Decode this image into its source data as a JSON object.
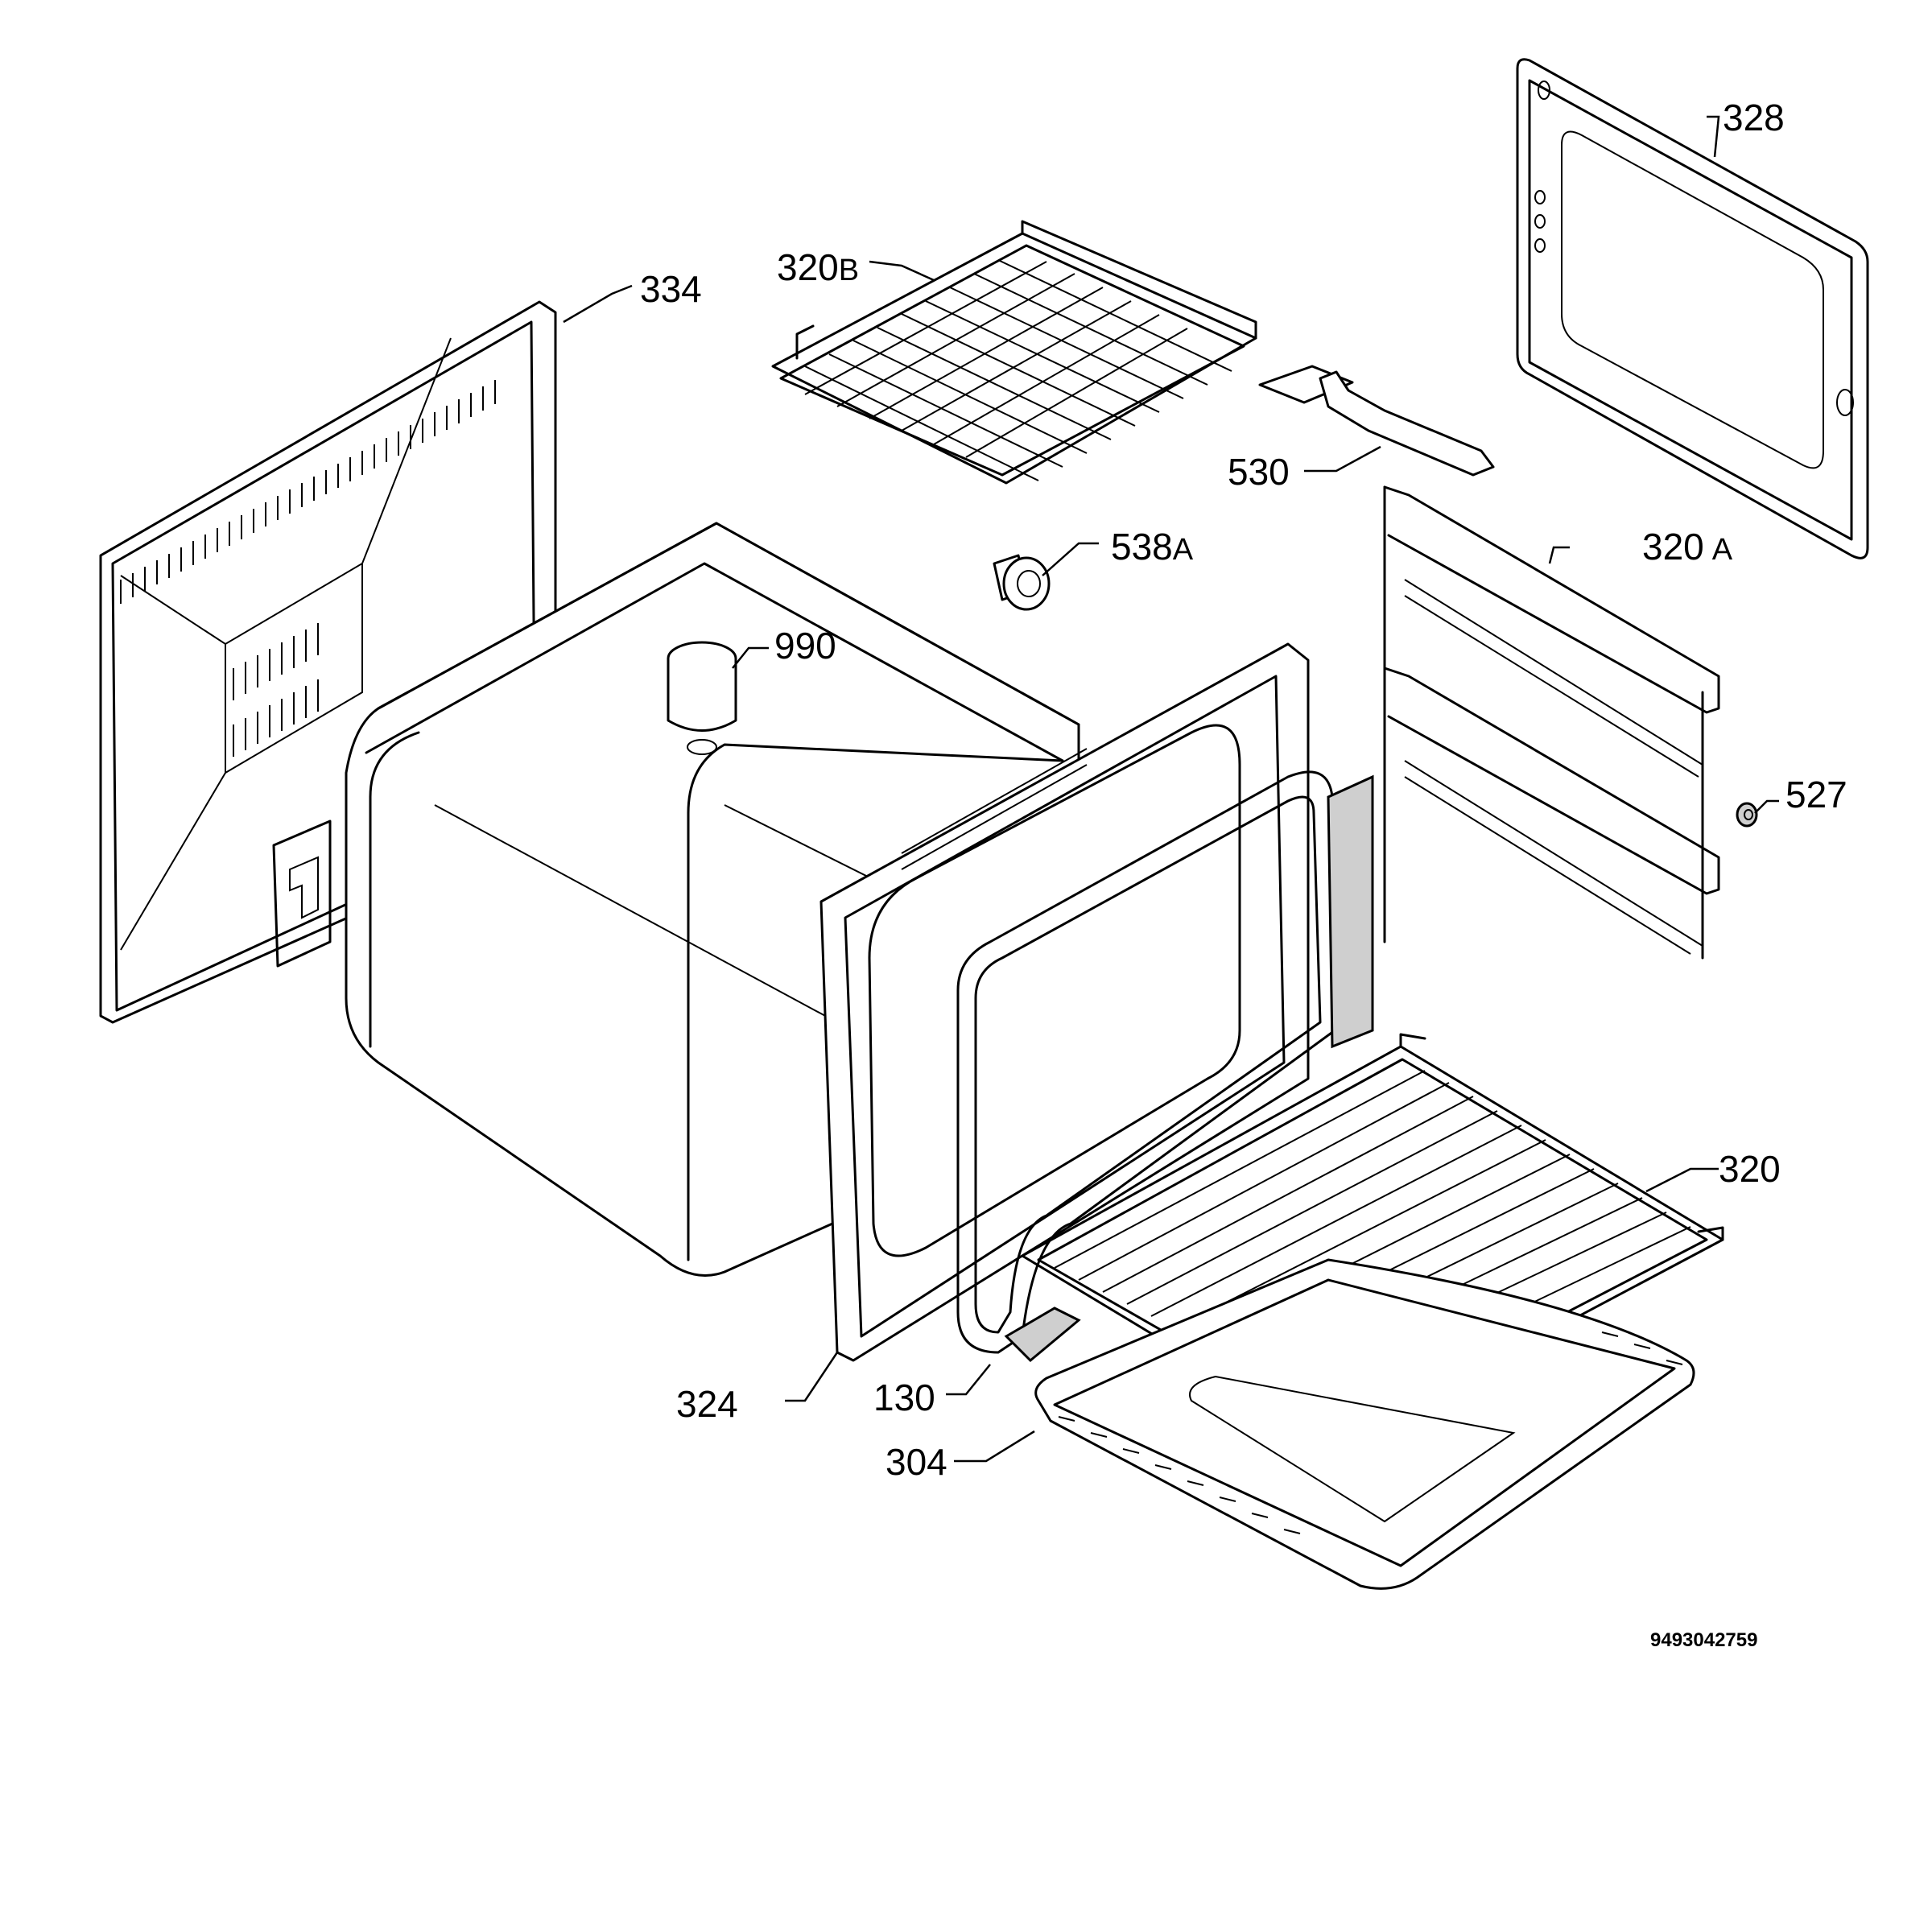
{
  "parts": [
    {
      "id": "328",
      "base": "328",
      "suffix": ""
    },
    {
      "id": "320B",
      "base": "320",
      "suffix": "B"
    },
    {
      "id": "334",
      "base": "334",
      "suffix": ""
    },
    {
      "id": "530",
      "base": "530",
      "suffix": ""
    },
    {
      "id": "538A",
      "base": "538",
      "suffix": "A"
    },
    {
      "id": "320A",
      "base": "320",
      "suffix": "A"
    },
    {
      "id": "990",
      "base": "990",
      "suffix": ""
    },
    {
      "id": "527",
      "base": "527",
      "suffix": ""
    },
    {
      "id": "320",
      "base": "320",
      "suffix": ""
    },
    {
      "id": "324",
      "base": "324",
      "suffix": ""
    },
    {
      "id": "130",
      "base": "130",
      "suffix": ""
    },
    {
      "id": "304",
      "base": "304",
      "suffix": ""
    }
  ],
  "document_number": "9493042759"
}
